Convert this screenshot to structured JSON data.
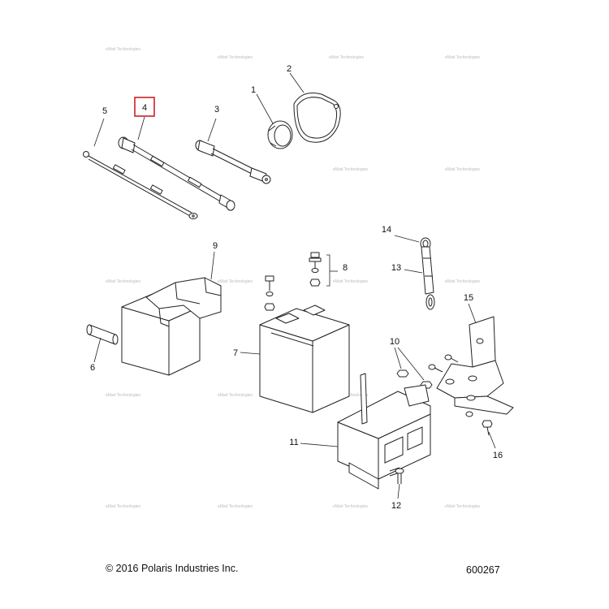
{
  "callouts": {
    "c1": "1",
    "c2": "2",
    "c3": "3",
    "c4": "4",
    "c5": "5",
    "c6": "6",
    "c7": "7",
    "c8": "8",
    "c9": "9",
    "c10": "10",
    "c11": "11",
    "c12": "12",
    "c13": "13",
    "c14": "14",
    "c15": "15",
    "c16": "16"
  },
  "highlight_color": "#cc2222",
  "footer": {
    "copyright": "© 2016 Polaris Industries Inc.",
    "diagram_number": "600267"
  },
  "watermark": "eMarl Technologies"
}
